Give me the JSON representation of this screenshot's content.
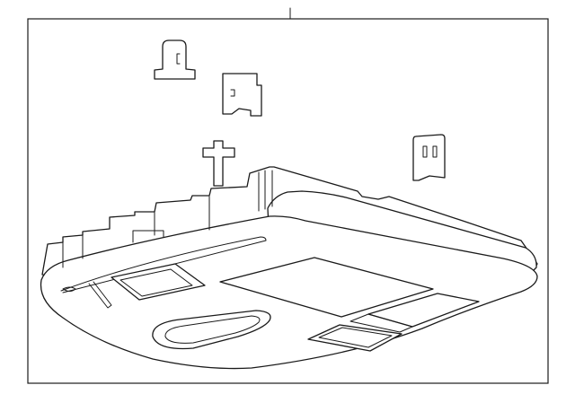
{
  "diagram": {
    "parts": [
      {
        "name": "overhead-console-housing"
      },
      {
        "name": "clip-top-left"
      },
      {
        "name": "bracket-clip"
      },
      {
        "name": "t-fastener"
      },
      {
        "name": "clip-right"
      }
    ]
  },
  "colors": {
    "line": "#1a1a1a",
    "background": "#ffffff"
  }
}
